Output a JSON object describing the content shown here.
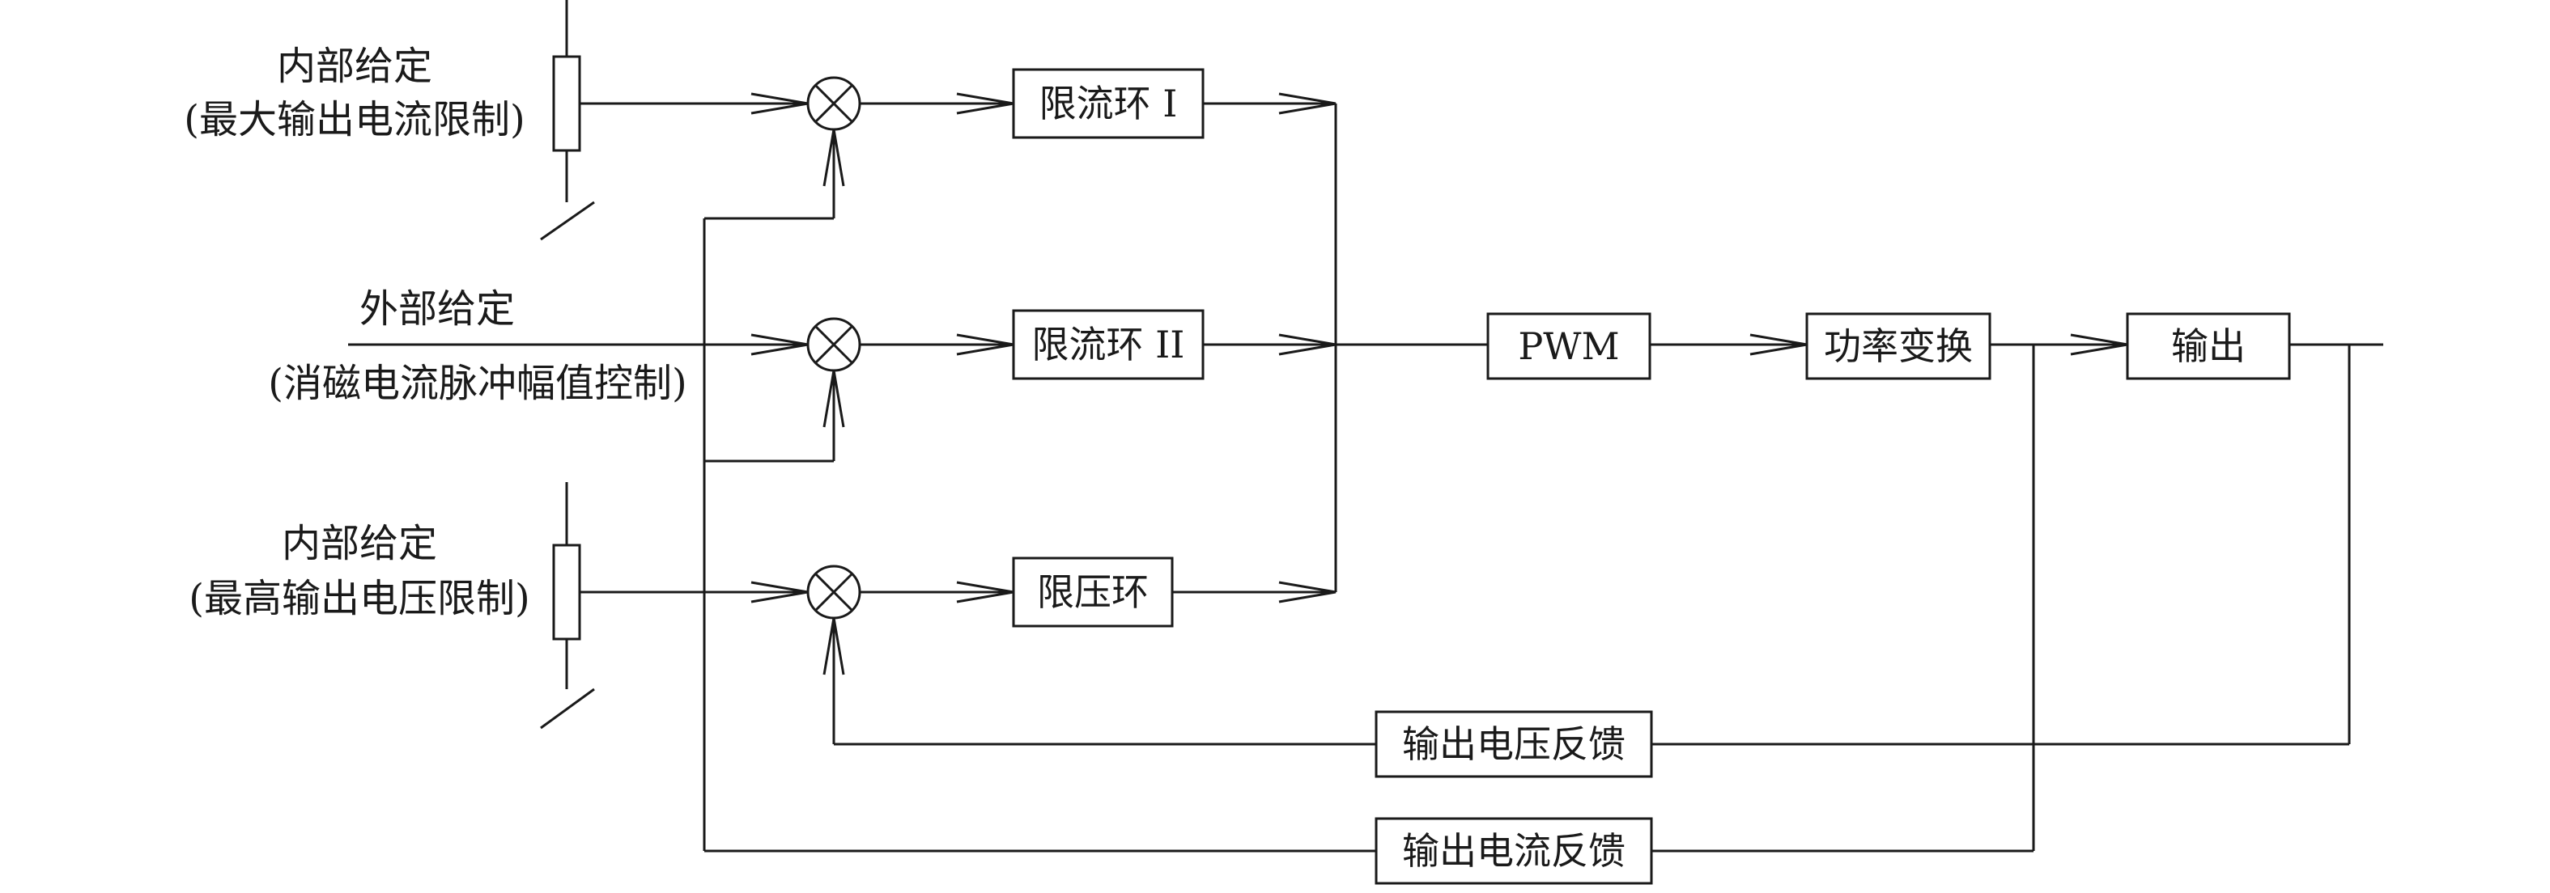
{
  "inputs": {
    "current_limit": {
      "title": "内部给定",
      "detail": "(最大输出电流限制)"
    },
    "external": {
      "title": "外部给定",
      "detail": "(消磁电流脉冲幅值控制)"
    },
    "voltage_limit": {
      "title": "内部给定",
      "detail": "(最高输出电压限制)"
    }
  },
  "blocks": {
    "current_loop_1": "限流环 I",
    "current_loop_2": "限流环 II",
    "voltage_loop": "限压环",
    "pwm": "PWM",
    "power_conversion": "功率变换",
    "output": "输出",
    "voltage_feedback": "输出电压反馈",
    "current_feedback": "输出电流反馈"
  }
}
